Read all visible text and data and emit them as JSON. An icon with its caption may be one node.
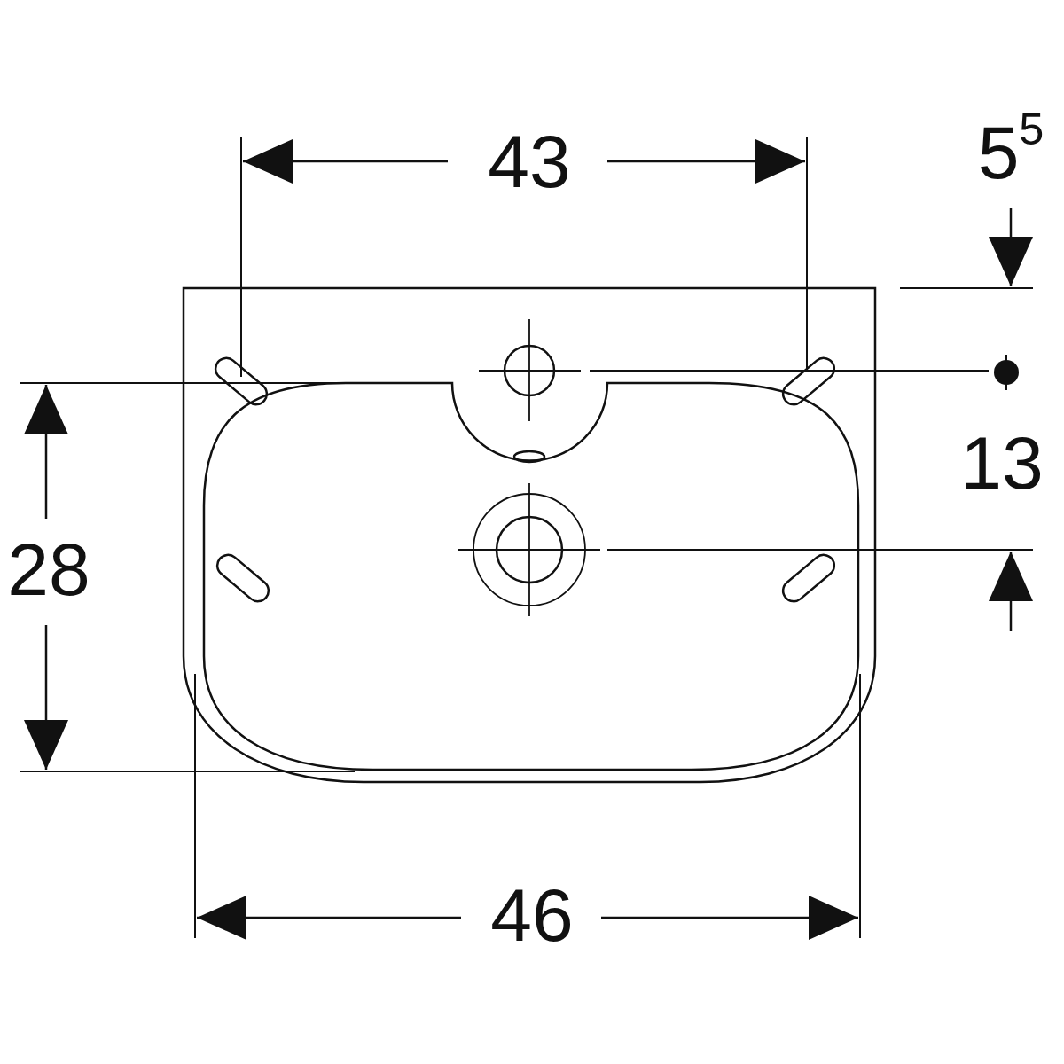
{
  "diagram": {
    "labels": [
      "43",
      "5$^{5}$",
      "13",
      "28",
      "46"
    ]
  }
}
